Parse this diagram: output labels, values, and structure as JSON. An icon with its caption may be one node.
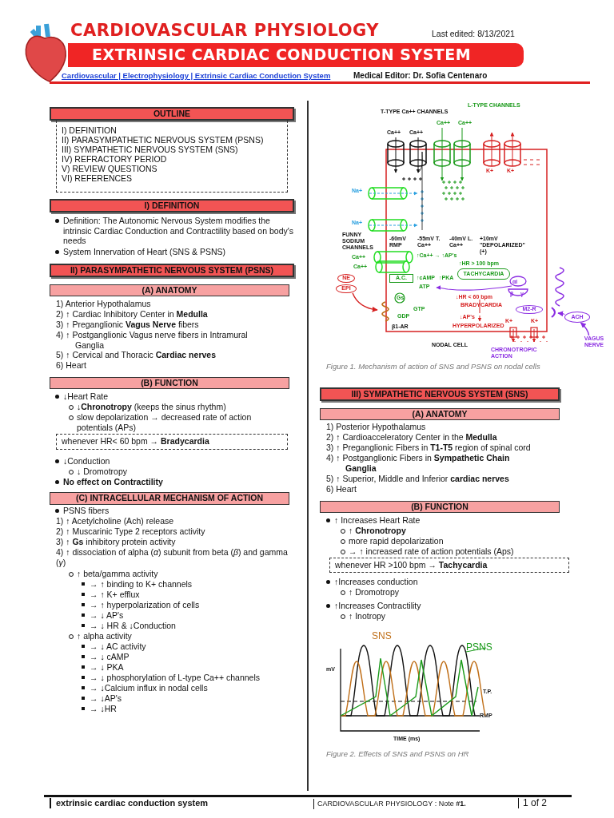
{
  "diagram": {
    "title": "CARDIOVASCULAR PHYSIOLOGY",
    "nodes": [
      {
        "text": [
          "EXTRINSIC CARDIAC CONDUCTION SYSTEM"
        ]
      },
      {
        "text": [
          "OUTLINE"
        ]
      },
      {
        "text": [
          "I) DEFINITION",
          "II) PARASYMPATHETIC NERVOUS SYSTEM (PSNS)",
          "III) SYMPATHETIC NERVOUS SYSTEM (SNS)",
          "IV) REFRACTORY PERIOD",
          "V) REVIEW QUESTIONS",
          "VI) REFERENCES"
        ]
      },
      {
        "text": [
          "I) DEFINITION"
        ]
      },
      {
        "text": [
          "II) PARASYMPATHETIC NERVOUS SYSTEM (PSNS)"
        ]
      },
      {
        "text": [
          "(A) ANATOMY"
        ]
      },
      {
        "text": [
          "(B) FUNCTION"
        ]
      },
      {
        "text": [
          "whenever HR< 60 bpm → **Bradycardia**"
        ]
      },
      {
        "text": [
          "(C) INTRACELLULAR MECHANISM OF ACTION"
        ]
      },
      {
        "text": [
          "III) SYMPATHETIC NERVOUS SYSTEM (SNS)"
        ]
      },
      {
        "text": [
          "(A) ANATOMY"
        ]
      },
      {
        "text": [
          "(B) FUNCTION"
        ]
      },
      {
        "text": [
          "whenever HR >100 bpm → **Tachycardia**"
        ]
      },
      {
        "text": [
          "NE"
        ]
      },
      {
        "text": [
          "EPI"
        ]
      },
      {
        "text": [
          "A.C."
        ]
      },
      {
        "text": [
          "TACHYCARDIA"
        ]
      },
      {
        "text": [
          "M2-R"
        ]
      },
      {
        "text": [
          "ACH"
        ]
      },
      {
        "text": [
          "VAGUS NERVE"
        ]
      },
      {
        "text": [],
        "shape": "picture"
      }
    ],
    "edges": [
      {
        "from": 19,
        "to": 18,
        "arrow": "to",
        "color": "#8a2be2"
      },
      {
        "from": 14,
        "to": null,
        "arrow": "to",
        "color": "#d62020"
      },
      {
        "from": 18,
        "to": 20,
        "arrow": "to",
        "color": "#8a2be2"
      }
    ],
    "labels": [
      "Last edited: 8/13/2021",
      "Cardiovascular | Electrophysiology | Extrinsic Cardiac Conduction System",
      "Medical Editor: Dr. Sofia Centenaro",
      "Definition: The Autonomic Nervous System modifies the intrinsic Cardiac Conduction and Contractility based on body's needs",
      "System Innervation of Heart (SNS & PSNS)",
      "1) Anterior Hypothalamus",
      "2) ↑ Cardiac Inhibitory Center in **Medulla**",
      "3) ↑ Preganglionic **Vagus Nerve** fibers",
      "4) ↑ Postganglionic Vagus nerve fibers in Intramural Ganglia",
      "5) ↑ Cervical and Thoracic **Cardiac nerves**",
      "6) Heart",
      "↓Heart Rate",
      "↓**Chronotropy** (keeps the sinus rhythm)",
      "slow depolarization → decreased rate of action potentials (APs)",
      "↓Conduction",
      "↓ Dromotropy",
      "No effect on Contractility",
      "PSNS fibers",
      "1) ↑ Acetylcholine (Ach) release",
      "2) ↑ Muscarinic Type 2 receptors activity",
      "3) ↑ **Gs** inhibitory protein activity",
      "4) ↑ dissociation of alpha (*α*) subunit from beta (*β*) and gamma (*γ*)",
      "↑ beta/gamma activity",
      "→ ↑ binding to K+ channels",
      "→ ↑ K+ efflux",
      "→ ↑ hyperpolarization of cells",
      "→ ↓ AP's",
      "→ ↓ HR & ↓Conduction",
      "↑ alpha activity",
      "→ ↓ AC activity",
      "→ ↓ cAMP",
      "→ ↓ PKA",
      "→ ↓ phosphorylation of L-type Ca++ channels",
      "→ ↓Calcium influx in nodal cells",
      "→ ↓AP's",
      "→ ↓HR",
      "T-TYPE Ca++ CHANNELS",
      "Ca++",
      "Ca++",
      "Ca++",
      "L-TYPE CHANNELS",
      "Ca++",
      "K+",
      "K+",
      "Na+",
      "Na+",
      "FUNNY SODIUM CHANNELS",
      "-60mV RMP",
      "-55mV T. Ca++",
      "-40mV L. Ca++",
      "+10mV \"DEPOLARIZED\" (+)",
      "Ca++",
      "Ca++",
      "↑Ca++ → ↑AP's",
      "↑HR > 100 bpm",
      "↑cAMP",
      "↑PKA",
      "ATP",
      "Gs",
      "GTP",
      "GDP",
      "β1-AR",
      "↓HR < 60 bpm",
      "BRADYCARDIA",
      "↓AP's",
      "HYPERPOLARIZED",
      "αi",
      "β",
      "γ",
      "K+",
      "K+",
      "CHRONOTROPIC ACTION",
      "NODAL CELL",
      "Figure 1. Mechanism of action of SNS and PSNS on nodal cells",
      "1) Posterior Hypothalamus",
      "2) ↑ Cardioacceleratory Center in the **Medulla**",
      "3) ↑ Preganglionic Fibers in **T1-T5** region of spinal cord",
      "4) ↑ Postganglionic Fibers in **Sympathetic Chain Ganglia**",
      "5) ↑ Superior, Middle and Inferior **cardiac nerves**",
      "6) Heart",
      "↑ Increases Heart Rate",
      "↑ **Chronotropy**",
      "more rapid depolarization",
      "→ ↑ increased rate of action potentials (Aps)",
      "↑Increases conduction",
      "↑ Dromotropy",
      "↑Increases Contractility",
      "↑ Inotropy",
      "SNS",
      "PSNS",
      "mV",
      "T.P.",
      "RMP",
      "TIME (ms)",
      "Figure 2. Effects of SNS and PSNS on HR",
      "extrinsic cardiac conduction system",
      "CARDIOVASCULAR PHYSIOLOGY : Note **#1.**",
      "1 of 2"
    ]
  }
}
